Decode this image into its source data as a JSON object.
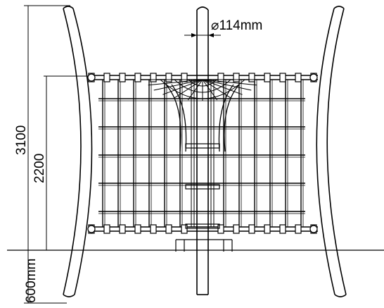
{
  "dimensions": {
    "total_height": "3100",
    "net_height": "2200",
    "underground": "600mm",
    "pole_diameter": "⌀114mm"
  },
  "colors": {
    "line": "#000000",
    "background": "#ffffff"
  }
}
